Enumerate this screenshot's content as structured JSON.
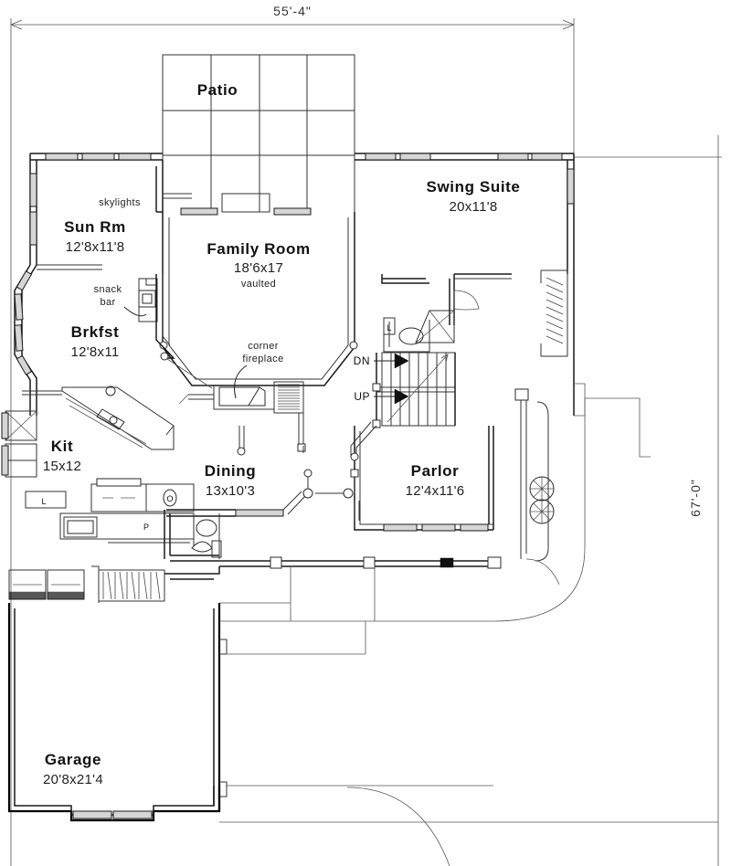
{
  "drawing": {
    "type": "residential-floor-plan",
    "level": "main-floor"
  },
  "dimensions": {
    "overall_width": "55'-4\"",
    "overall_depth": "67'-0\""
  },
  "rooms": [
    {
      "id": "patio",
      "name": "Patio",
      "size": ""
    },
    {
      "id": "sun-room",
      "name": "Sun Rm",
      "size": "12'8x11'8"
    },
    {
      "id": "family-room",
      "name": "Family Room",
      "size": "18'6x17",
      "note": "vaulted"
    },
    {
      "id": "swing-suite",
      "name": "Swing Suite",
      "size": "20x11'8"
    },
    {
      "id": "breakfast",
      "name": "Brkfst",
      "size": "12'8x11"
    },
    {
      "id": "kitchen",
      "name": "Kit",
      "size": "15x12"
    },
    {
      "id": "dining",
      "name": "Dining",
      "size": "13x10'3"
    },
    {
      "id": "parlor",
      "name": "Parlor",
      "size": "12'4x11'6"
    },
    {
      "id": "garage",
      "name": "Garage",
      "size": "20'8x21'4"
    }
  ],
  "annotations": {
    "skylights": "skylights",
    "snack_bar_line1": "snack",
    "snack_bar_line2": "bar",
    "fireplace_line1": "corner",
    "fireplace_line2": "fireplace",
    "stair_down": "DN",
    "stair_up": "UP"
  },
  "appliance_labels": {
    "laundry": "L",
    "pantry": "P",
    "oven": "O",
    "linen": "L"
  },
  "colors": {
    "paper": "#ffffff",
    "wall": "#1a1a1a",
    "dimension": "#555555",
    "window_glass": "#d6d6d6",
    "text": "#111111"
  }
}
